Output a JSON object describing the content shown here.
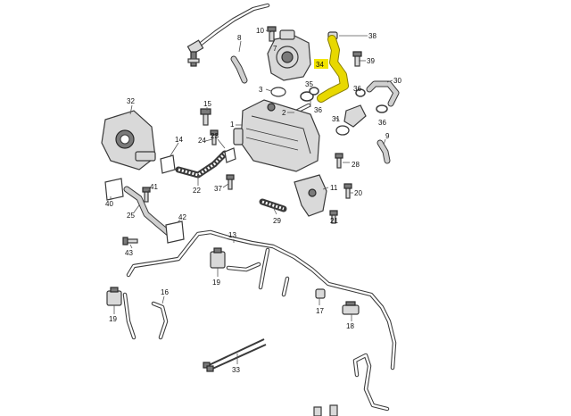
{
  "diagram": {
    "highlight_color": "#f2e400",
    "highlighted_part": "34",
    "callouts": [
      {
        "id": "c10",
        "label": "10"
      },
      {
        "id": "c7",
        "label": "7"
      },
      {
        "id": "c8",
        "label": "8"
      },
      {
        "id": "c3",
        "label": "3"
      },
      {
        "id": "c38",
        "label": "38"
      },
      {
        "id": "c39",
        "label": "39"
      },
      {
        "id": "c34",
        "label": "34"
      },
      {
        "id": "c30",
        "label": "30"
      },
      {
        "id": "c35",
        "label": "35"
      },
      {
        "id": "c36a",
        "label": "36"
      },
      {
        "id": "c36b",
        "label": "36"
      },
      {
        "id": "c36c",
        "label": "36"
      },
      {
        "id": "c31",
        "label": "31"
      },
      {
        "id": "c2",
        "label": "2"
      },
      {
        "id": "c32",
        "label": "32"
      },
      {
        "id": "c15",
        "label": "15"
      },
      {
        "id": "c1",
        "label": "1"
      },
      {
        "id": "c23",
        "label": "23"
      },
      {
        "id": "c14",
        "label": "14"
      },
      {
        "id": "c24",
        "label": "24"
      },
      {
        "id": "c22",
        "label": "22"
      },
      {
        "id": "c9",
        "label": "9"
      },
      {
        "id": "c28",
        "label": "28"
      },
      {
        "id": "c40",
        "label": "40"
      },
      {
        "id": "c41",
        "label": "41"
      },
      {
        "id": "c37",
        "label": "37"
      },
      {
        "id": "c11",
        "label": "11"
      },
      {
        "id": "c20",
        "label": "20"
      },
      {
        "id": "c29",
        "label": "29"
      },
      {
        "id": "c21",
        "label": "21"
      },
      {
        "id": "c25",
        "label": "25"
      },
      {
        "id": "c42",
        "label": "42"
      },
      {
        "id": "c43",
        "label": "43"
      },
      {
        "id": "c13",
        "label": "13"
      },
      {
        "id": "c19a",
        "label": "19"
      },
      {
        "id": "c19b",
        "label": "19"
      },
      {
        "id": "c16",
        "label": "16"
      },
      {
        "id": "c17",
        "label": "17"
      },
      {
        "id": "c18",
        "label": "18"
      },
      {
        "id": "c33",
        "label": "33"
      }
    ]
  }
}
